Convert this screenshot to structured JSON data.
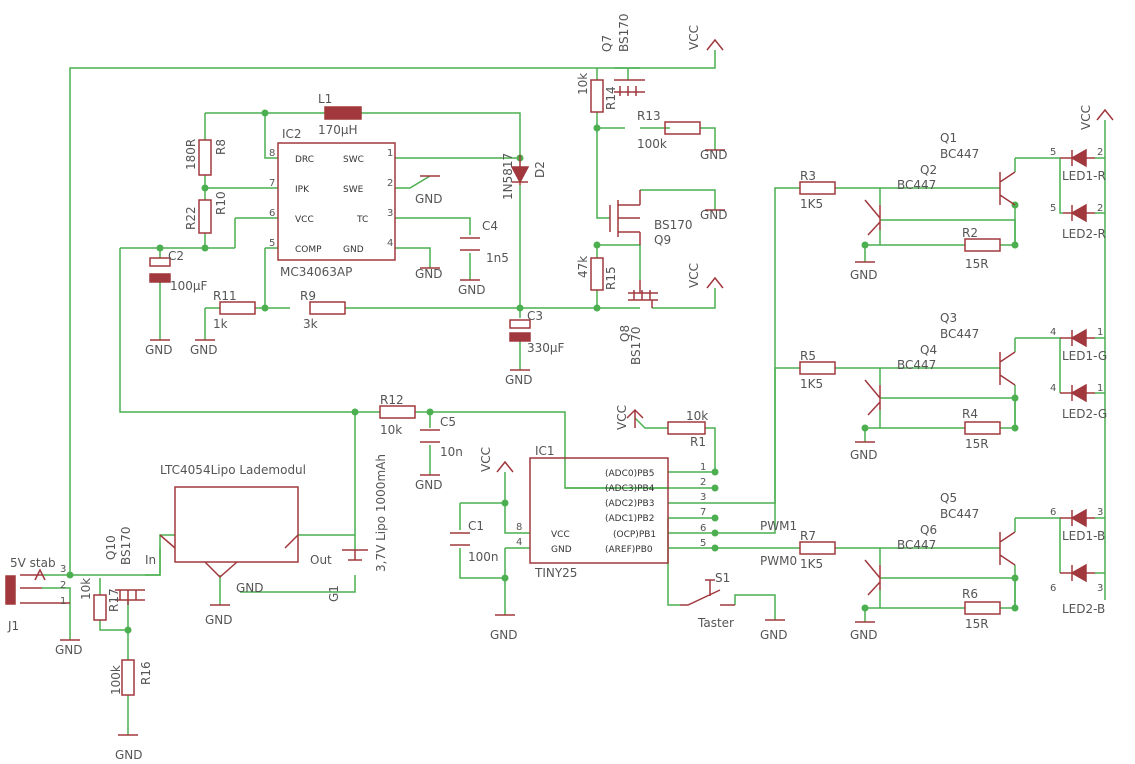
{
  "ic2": {
    "name": "IC2",
    "value": "MC34063AP",
    "pins_left": [
      "DRC",
      "IPK",
      "VCC",
      "COMP"
    ],
    "pins_right": [
      "SWC",
      "SWE",
      "TC",
      "GND"
    ],
    "nums_left": [
      "8",
      "7",
      "6",
      "5"
    ],
    "nums_right": [
      "1",
      "2",
      "3",
      "4"
    ]
  },
  "ic1": {
    "name": "IC1",
    "value": "TINY25",
    "pins_left": [
      "VCC",
      "GND"
    ],
    "nums_left": [
      "8",
      "4"
    ],
    "pins_right": [
      "(ADC0)PB5",
      "(ADC3)PB4",
      "(ADC2)PB3",
      "(ADC1)PB2",
      "(OCP)PB1",
      "(AREF)PB0"
    ],
    "nums_right": [
      "1",
      "2",
      "3",
      "7",
      "6",
      "5"
    ]
  },
  "parts": {
    "l1": {
      "name": "L1",
      "value": "170µH"
    },
    "d2": {
      "name": "D2",
      "value": "1N5817"
    },
    "r8": {
      "name": "R8",
      "value": "180R"
    },
    "r10": {
      "name": "R10",
      "value": "R22"
    },
    "c2": {
      "name": "C2",
      "value": "100µF"
    },
    "c4": {
      "name": "C4",
      "value": "1n5"
    },
    "r11": {
      "name": "R11",
      "value": "1k"
    },
    "r9": {
      "name": "R9",
      "value": "3k"
    },
    "c3": {
      "name": "C3",
      "value": "330µF"
    },
    "q7": {
      "name": "Q7",
      "value": "BS170"
    },
    "r14": {
      "name": "R14",
      "value": "10k"
    },
    "r13": {
      "name": "R13",
      "value": "100k"
    },
    "q9": {
      "name": "Q9",
      "value": "BS170"
    },
    "r15": {
      "name": "R15",
      "value": "47k"
    },
    "q8": {
      "name": "Q8",
      "value": "BS170"
    },
    "r12": {
      "name": "R12",
      "value": "10k"
    },
    "c5": {
      "name": "C5",
      "value": "10n"
    },
    "r1": {
      "name": "R1",
      "value": "10k"
    },
    "c1": {
      "name": "C1",
      "value": "100n"
    },
    "s1": {
      "name": "S1",
      "value": "Taster"
    },
    "q10": {
      "name": "Q10",
      "value": "BS170"
    },
    "r17": {
      "name": "R17",
      "value": "10k"
    },
    "r16": {
      "name": "R16",
      "value": "100k"
    },
    "j1": {
      "name": "J1",
      "value": "5V stab"
    },
    "g1": {
      "name": "G1",
      "value": "3,7V Lipo 1000mAh"
    },
    "r3": {
      "name": "R3",
      "value": "1K5"
    },
    "r5": {
      "name": "R5",
      "value": "1K5"
    },
    "r7": {
      "name": "R7",
      "value": "1K5"
    },
    "q1": {
      "name": "Q1",
      "value": "BC447"
    },
    "q2": {
      "name": "Q2",
      "value": "BC447"
    },
    "q3": {
      "name": "Q3",
      "value": "BC447"
    },
    "q4": {
      "name": "Q4",
      "value": "BC447"
    },
    "q5": {
      "name": "Q5",
      "value": "BC447"
    },
    "q6": {
      "name": "Q6",
      "value": "BC447"
    },
    "r2": {
      "name": "R2",
      "value": "15R"
    },
    "r4": {
      "name": "R4",
      "value": "15R"
    },
    "r6": {
      "name": "R6",
      "value": "15R"
    },
    "led1r": {
      "name": "LED1-R"
    },
    "led2r": {
      "name": "LED2-R"
    },
    "led1g": {
      "name": "LED1-G"
    },
    "led2g": {
      "name": "LED2-G"
    },
    "led1b": {
      "name": "LED1-B"
    },
    "led2b": {
      "name": "LED2-B"
    }
  },
  "module": {
    "title": "LTC4054Lipo Lademodul",
    "in": "In",
    "out": "Out",
    "gnd": "GND"
  },
  "nets": {
    "gnd": "GND",
    "vcc": "VCC",
    "pwm1": "PWM1",
    "pwm0": "PWM0"
  },
  "pinlabels": {
    "j1": [
      "3",
      "2",
      "1"
    ],
    "led1r": [
      "5",
      "2"
    ],
    "led2r": [
      "5",
      "2"
    ],
    "led1g": [
      "4",
      "1"
    ],
    "led2g": [
      "4",
      "1"
    ],
    "led1b": [
      "6",
      "3"
    ],
    "led2b": [
      "6",
      "3"
    ]
  }
}
